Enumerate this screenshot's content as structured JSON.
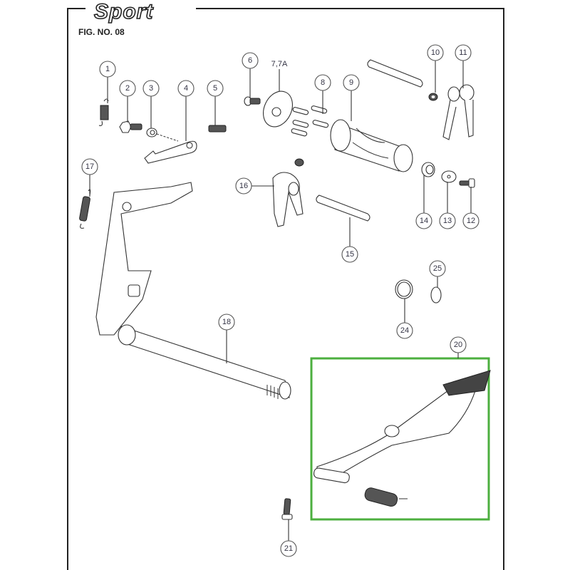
{
  "header": {
    "brand": "Sport",
    "figure_label": "FIG. NO. 08"
  },
  "callouts": [
    "1",
    "2",
    "3",
    "4",
    "5",
    "6",
    "7,7A",
    "8",
    "9",
    "10",
    "11",
    "12",
    "13",
    "14",
    "15",
    "16",
    "17",
    "18",
    "20",
    "21",
    "24",
    "25"
  ],
  "highlight": {
    "part": "20",
    "color": "#4caf3f"
  }
}
